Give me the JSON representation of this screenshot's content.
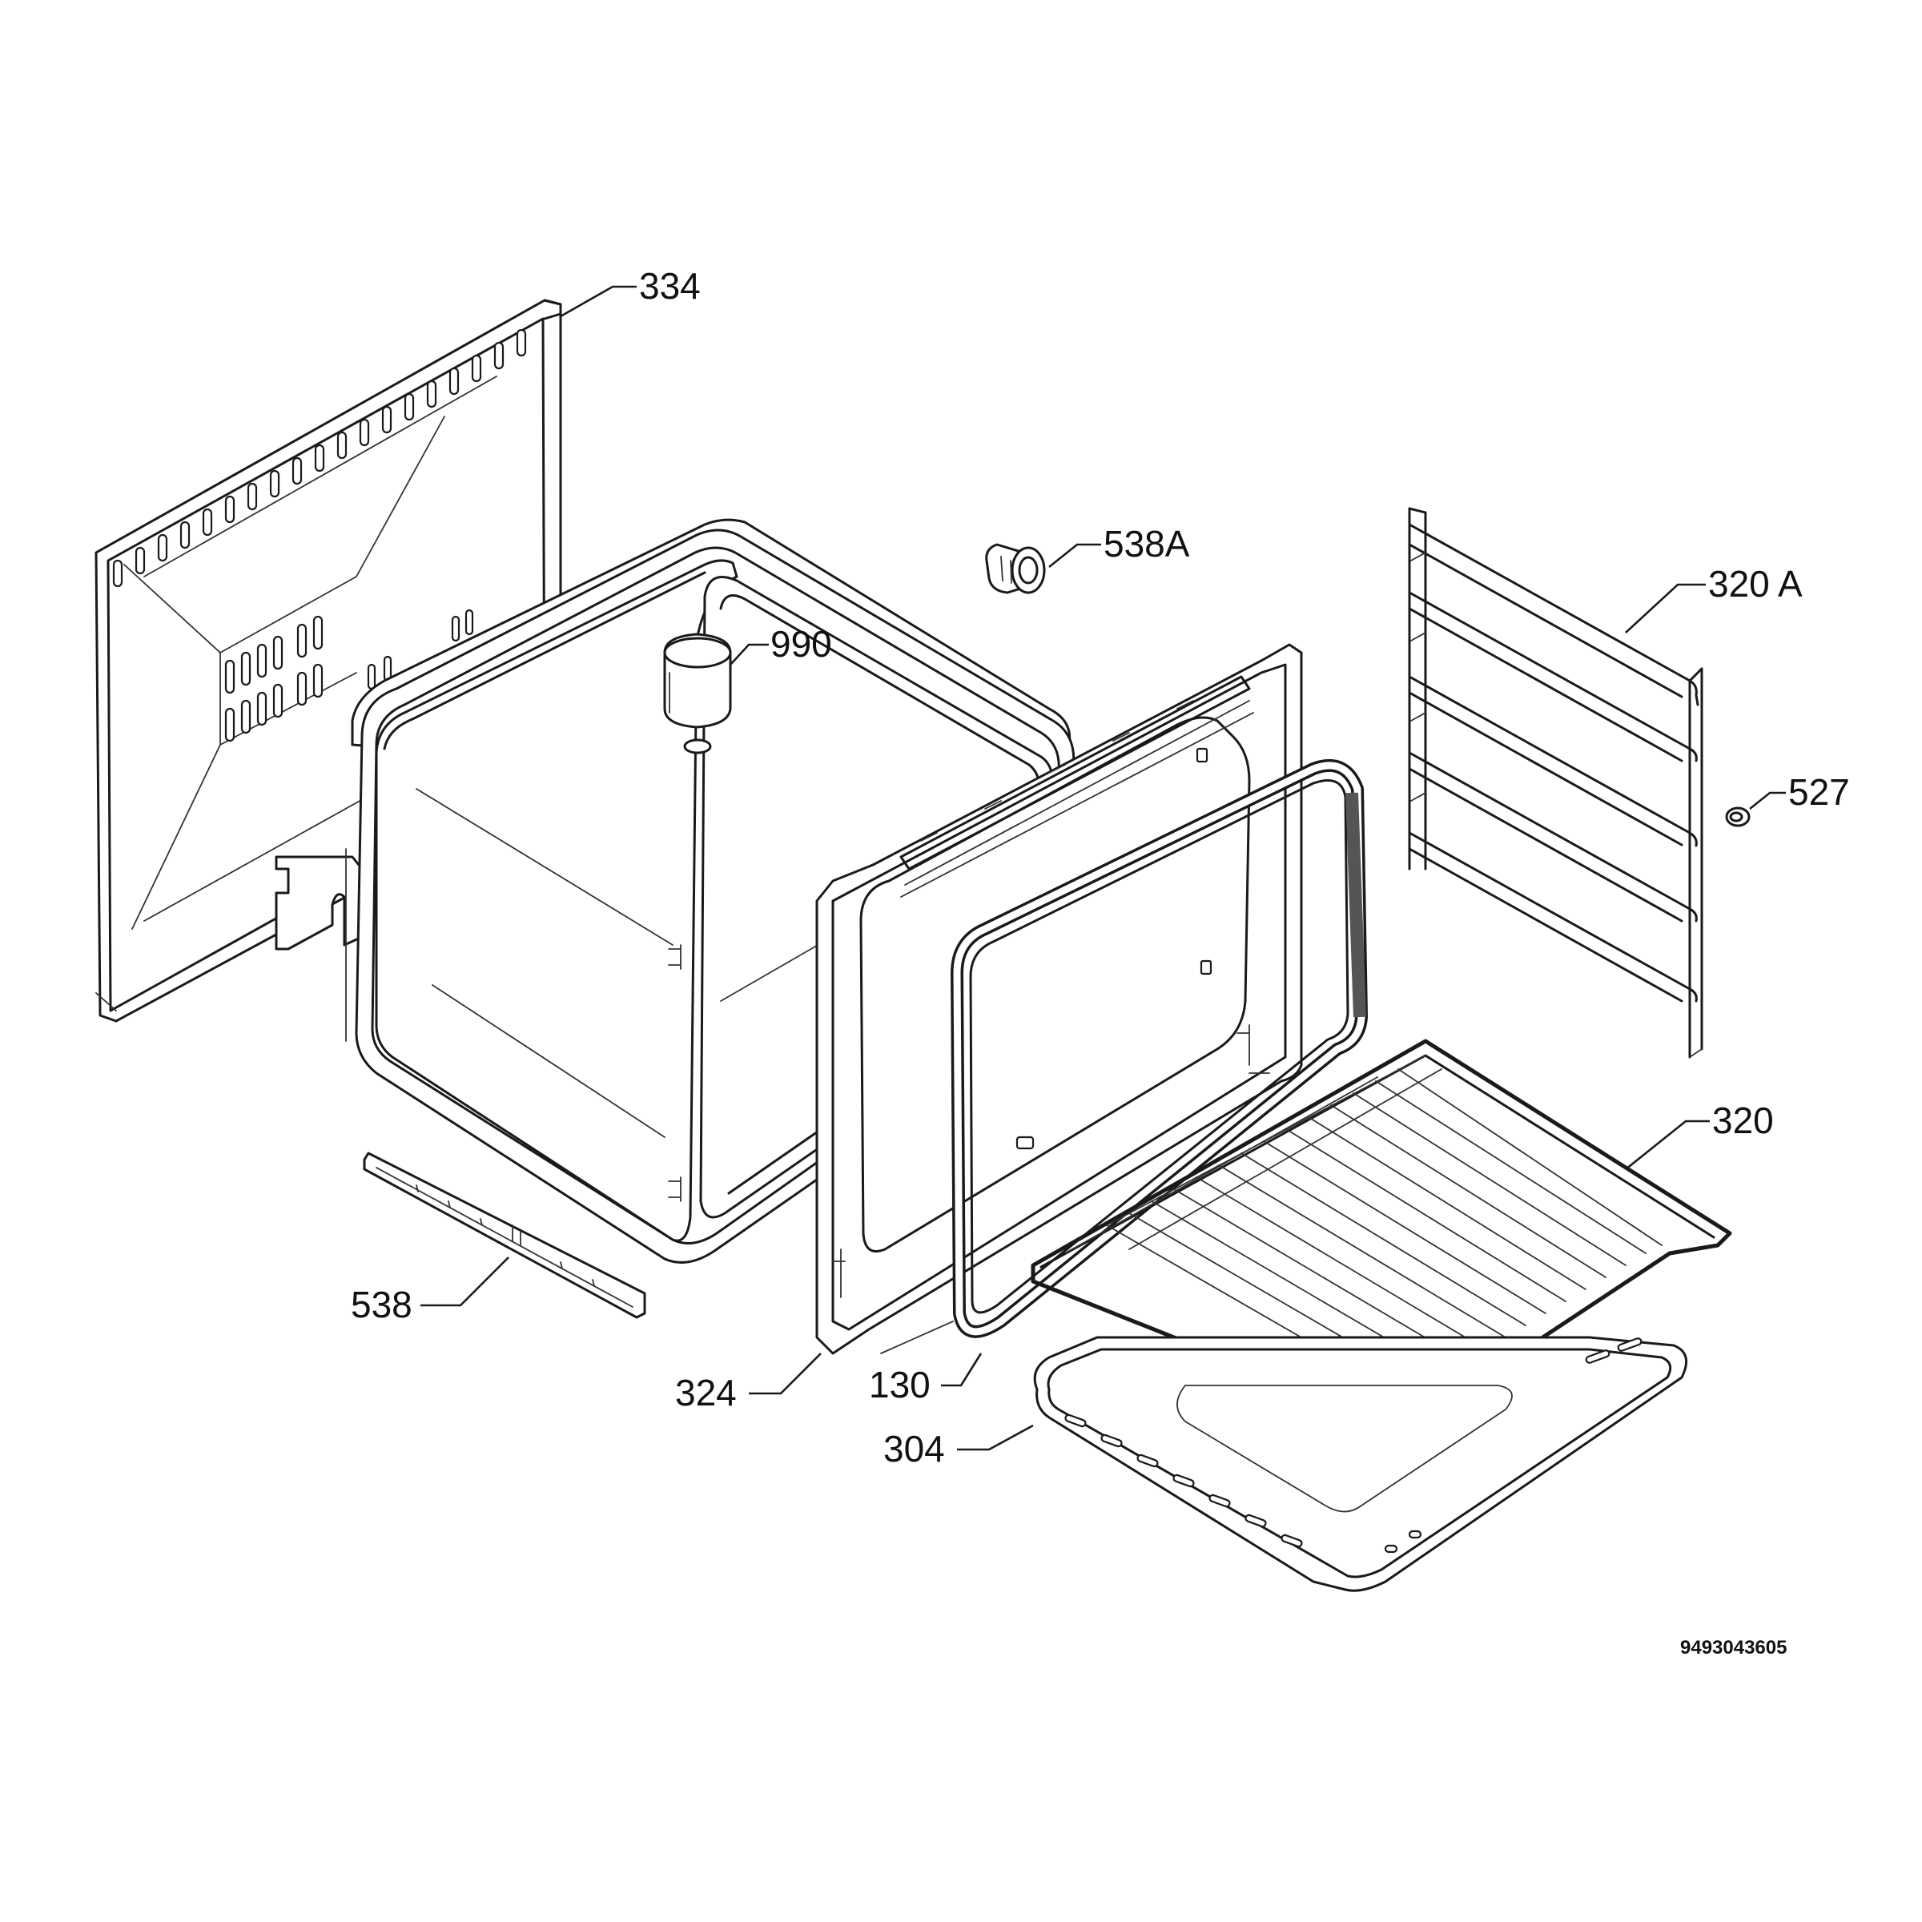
{
  "diagram": {
    "document_number": "9493043605",
    "callouts": [
      {
        "id": "334",
        "label": "334"
      },
      {
        "id": "990",
        "label": "990"
      },
      {
        "id": "538A",
        "label": "538A"
      },
      {
        "id": "320A",
        "label": "320 A"
      },
      {
        "id": "527",
        "label": "527"
      },
      {
        "id": "320",
        "label": "320"
      },
      {
        "id": "538",
        "label": "538"
      },
      {
        "id": "324",
        "label": "324"
      },
      {
        "id": "130",
        "label": "130"
      },
      {
        "id": "304",
        "label": "304"
      }
    ]
  }
}
